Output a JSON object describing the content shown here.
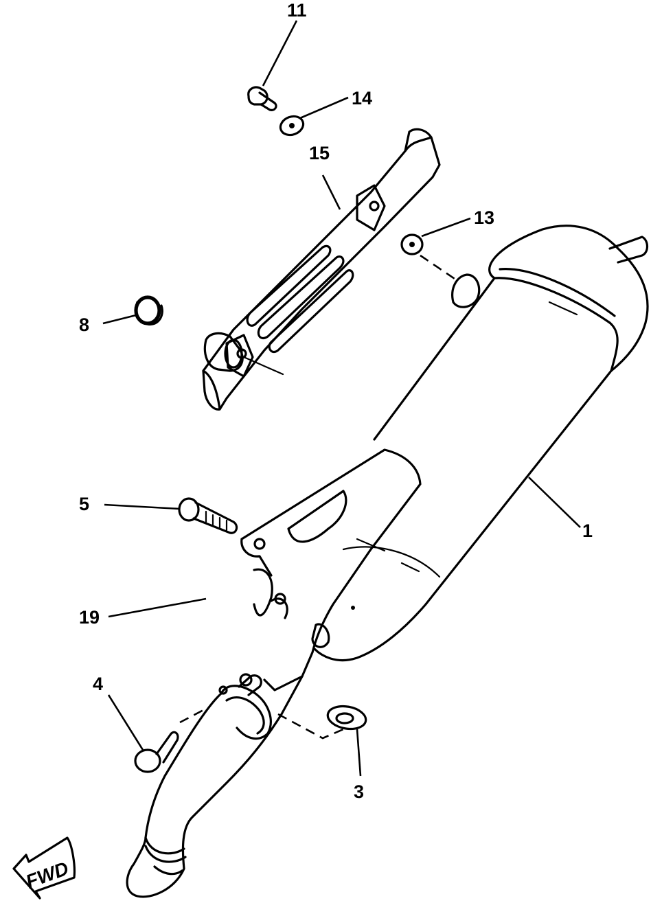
{
  "callouts": {
    "part_1": "1",
    "part_3": "3",
    "part_4": "4",
    "part_5": "5",
    "part_8": "8",
    "part_11": "11",
    "part_13": "13",
    "part_14": "14",
    "part_15": "15",
    "part_19": "19"
  },
  "direction_indicator": {
    "label": "FWD",
    "icon": "arrow-left-icon"
  },
  "colors": {
    "ink": "#000000",
    "paper": "#ffffff"
  }
}
